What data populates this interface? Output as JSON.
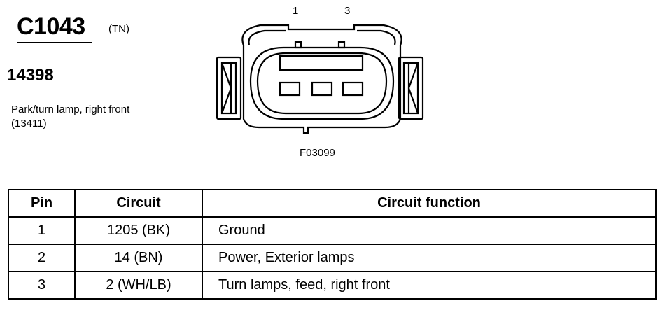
{
  "connector": {
    "id": "C1043",
    "color_code": "(TN)",
    "part_number": "14398",
    "description": "Park/turn lamp, right front (13411)"
  },
  "diagram": {
    "pin_labels": [
      "1",
      "3"
    ],
    "figure_id": "F03099"
  },
  "table": {
    "headers": [
      "Pin",
      "Circuit",
      "Circuit function"
    ],
    "rows": [
      {
        "pin": "1",
        "circuit": "1205 (BK)",
        "function": "Ground"
      },
      {
        "pin": "2",
        "circuit": "14 (BN)",
        "function": "Power, Exterior lamps"
      },
      {
        "pin": "3",
        "circuit": "2 (WH/LB)",
        "function": "Turn lamps, feed, right front"
      }
    ]
  }
}
